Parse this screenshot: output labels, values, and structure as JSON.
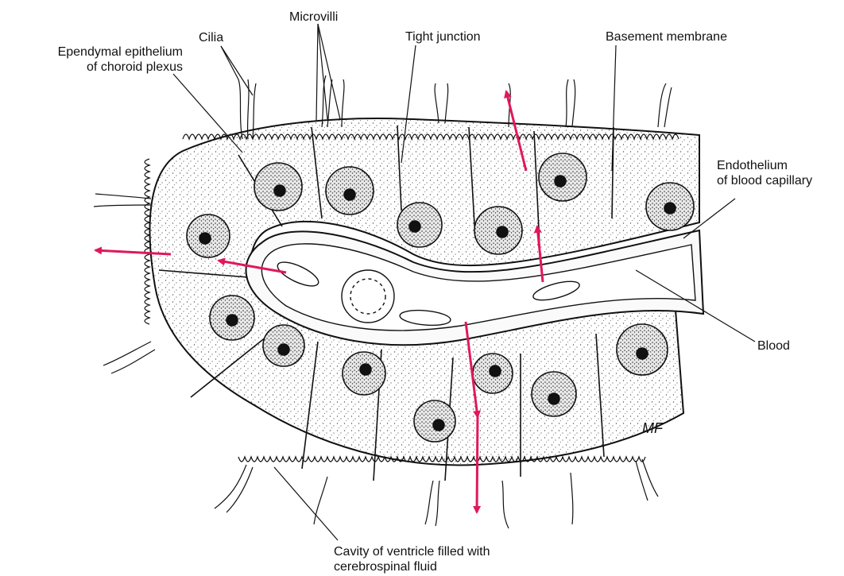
{
  "labels": {
    "ependymal": [
      "Ependymal epithelium",
      "of choroid plexus"
    ],
    "cilia": "Cilia",
    "microvilli": "Microvilli",
    "tight_junction": "Tight junction",
    "basement_membrane": "Basement membrane",
    "endothelium": [
      "Endothelium",
      "of blood capillary"
    ],
    "blood": "Blood",
    "cavity": [
      "Cavity of ventricle filled with",
      "cerebrospinal fluid"
    ]
  },
  "signature": "MF",
  "colors": {
    "arrow": "#e0185a",
    "ink": "#111111",
    "stipple": "#444444"
  }
}
